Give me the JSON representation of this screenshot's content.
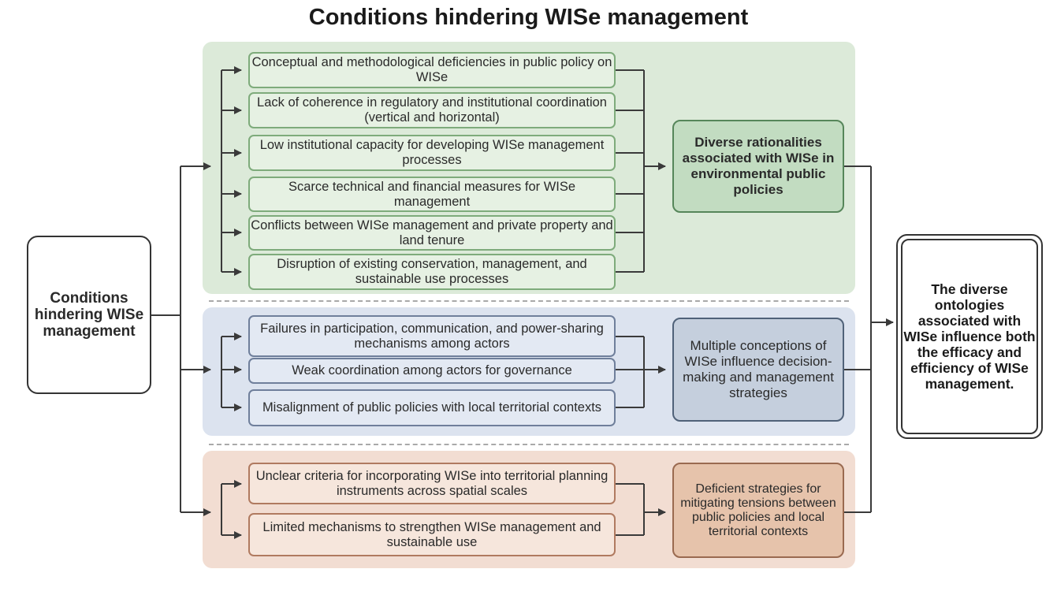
{
  "title": "Conditions hindering WISe management",
  "root": "Conditions hindering WISe management",
  "outcome": "The diverse ontologies associated with WISe influence both the efficacy and efficiency of WISe management.",
  "groups": [
    {
      "items": [
        "Conceptual and methodological deficiencies in public policy on WISe",
        "Lack of coherence in regulatory and institutional coordination (vertical and horizontal)",
        "Low institutional capacity for developing WISe management processes",
        "Scarce technical and financial measures for WISe management",
        "Conflicts between WISe management and private property and land tenure",
        "Disruption of existing conservation, management, and sustainable use processes"
      ],
      "summary": "Diverse rationalities associated with WISe in environmental public policies"
    },
    {
      "items": [
        "Failures in participation, communication, and power-sharing mechanisms among actors",
        "Weak coordination among actors for governance",
        "Misalignment of public policies with local territorial contexts"
      ],
      "summary": "Multiple conceptions of WISe influence decision-making and management strategies"
    },
    {
      "items": [
        "Unclear criteria for incorporating WISe into territorial planning instruments across spatial scales",
        "Limited mechanisms to strengthen WISe management and sustainable use"
      ],
      "summary": "Deficient strategies for mitigating tensions between public policies and local territorial contexts"
    }
  ],
  "colors": {
    "green_panel": "#dcead9",
    "blue_panel": "#dce3ef",
    "orange_panel": "#f2ddd2",
    "line": "#333333"
  }
}
